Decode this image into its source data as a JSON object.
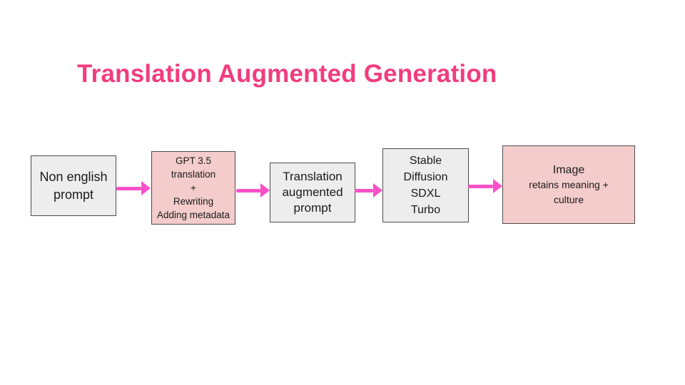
{
  "slide": {
    "title": "Translation Augmented Generation"
  },
  "colors": {
    "background": "#ffffff",
    "title_color": "#f13c7e",
    "arrow_color": "#fa50c8",
    "box_gray_fill": "#ededed",
    "box_pink_fill": "#f4cccc",
    "box_border": "#4d4d4d",
    "text_color": "#1a1a1a"
  },
  "flow": {
    "boxes": [
      {
        "id": "non-english-prompt",
        "variant": "gray",
        "lines": [
          "Non english",
          "prompt"
        ]
      },
      {
        "id": "gpt-translation-rewriting",
        "variant": "pink",
        "lines": [
          "GPT 3.5",
          "translation",
          "+",
          "Rewriting",
          "Adding metadata"
        ]
      },
      {
        "id": "translation-augmented-prompt",
        "variant": "gray",
        "lines": [
          "Translation",
          "augmented",
          "prompt"
        ]
      },
      {
        "id": "stable-diffusion-sdxl-turbo",
        "variant": "gray",
        "lines": [
          "Stable",
          "Diffusion",
          "SDXL",
          "Turbo"
        ]
      },
      {
        "id": "image-output",
        "variant": "pink",
        "lines": [
          "Image",
          "retains meaning +",
          "culture"
        ]
      }
    ]
  }
}
